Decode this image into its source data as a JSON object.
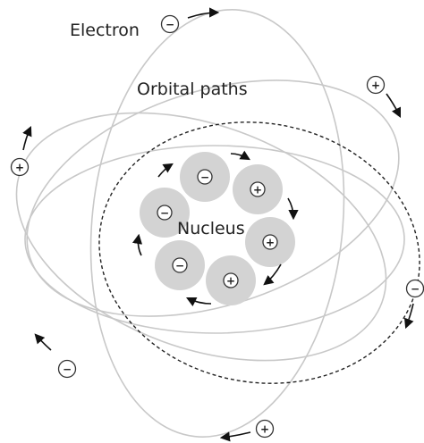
{
  "labels": {
    "electron": "Electron",
    "orbital_paths": "Orbital paths",
    "nucleus": "Nucleus"
  },
  "signs": {
    "negative": "−",
    "positive": "+"
  },
  "colors": {
    "orbit_stroke": "#c8c8c8",
    "dashed_orbit_stroke": "#222222",
    "particle_fill": "#d3d3d3",
    "charge_fill": "#ffffff",
    "charge_stroke": "#333333",
    "arrow": "#111111",
    "text": "#222222"
  },
  "diagram": {
    "orbits": [
      {
        "id": "orbit-tilted-left",
        "style": "solid"
      },
      {
        "id": "orbit-tall-vertical",
        "style": "solid"
      },
      {
        "id": "orbit-wide-horizontal",
        "style": "solid"
      },
      {
        "id": "orbit-tilted-right",
        "style": "solid"
      },
      {
        "id": "orbit-dashed",
        "style": "dashed"
      }
    ],
    "nucleus_particles": [
      {
        "charge": "negative"
      },
      {
        "charge": "positive"
      },
      {
        "charge": "negative"
      },
      {
        "charge": "positive"
      },
      {
        "charge": "negative"
      },
      {
        "charge": "positive"
      }
    ],
    "electrons": [
      {
        "charge": "negative"
      },
      {
        "charge": "positive"
      },
      {
        "charge": "positive"
      },
      {
        "charge": "negative"
      },
      {
        "charge": "negative"
      },
      {
        "charge": "positive"
      }
    ]
  }
}
